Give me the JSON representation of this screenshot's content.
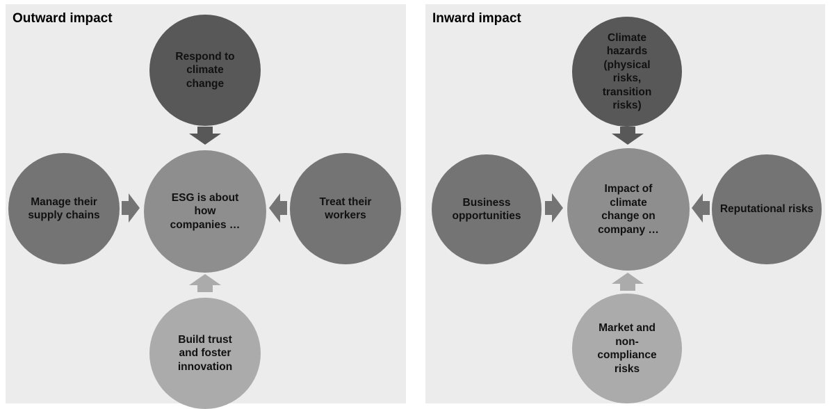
{
  "panels": [
    {
      "title": "Outward impact",
      "center": "ESG is about how companies …",
      "top": "Respond to climate change",
      "left": "Manage their supply chains",
      "right": "Treat their workers",
      "bottom": "Build trust and foster innovation"
    },
    {
      "title": "Inward impact",
      "center": "Impact of climate change on company …",
      "top": "Climate hazards (physical risks, transition risks)",
      "left": "Business opportunities",
      "right": "Reputational risks",
      "bottom": "Market and non-compliance risks"
    }
  ],
  "colors": {
    "panel_bg": "#ececec",
    "top": "#585858",
    "side": "#747474",
    "center": "#8e8e8e",
    "bottom": "#ababab"
  }
}
